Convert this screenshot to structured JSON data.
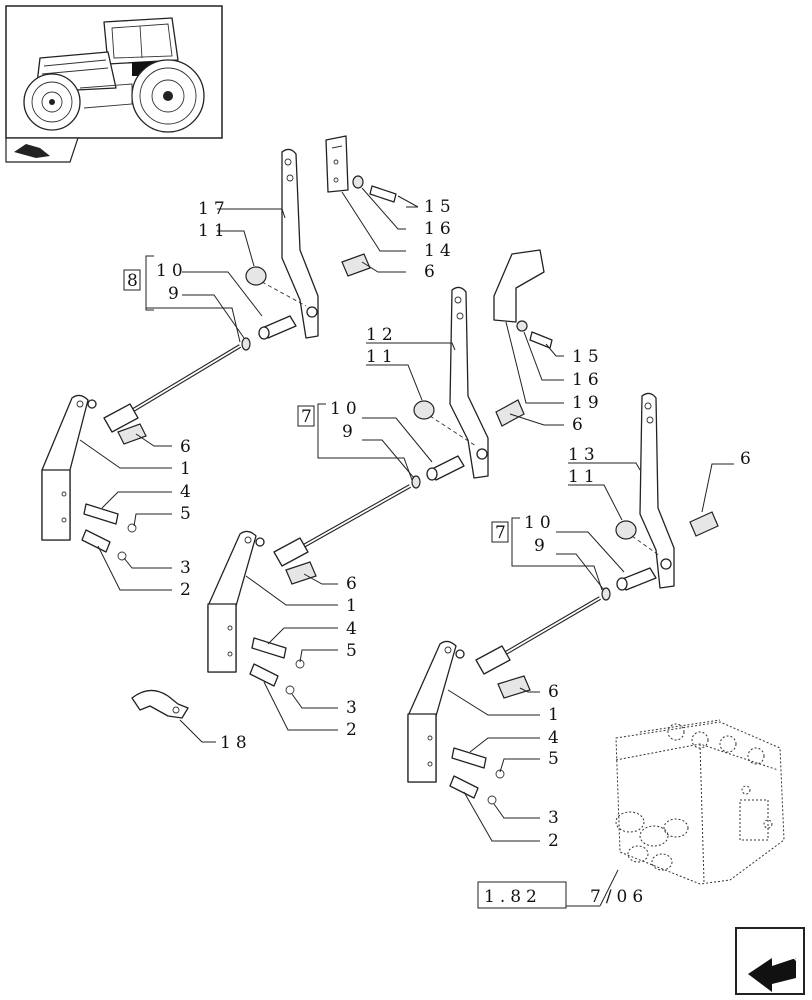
{
  "diagram": {
    "labels": {
      "l17": "17",
      "l11a": "11",
      "l8": "8",
      "l10a": "10",
      "l9a": "9",
      "l15a": "15",
      "l16a": "16",
      "l14": "14",
      "l6a": "6",
      "l6b": "6",
      "l1a": "1",
      "l4a": "4",
      "l5a": "5",
      "l3a": "3",
      "l2a": "2",
      "l12": "12",
      "l11b": "11",
      "l7a": "7",
      "l10b": "10",
      "l9b": "9",
      "l15b": "15",
      "l16b": "16",
      "l19": "19",
      "l6c": "6",
      "l6d": "6",
      "l1b": "1",
      "l4b": "4",
      "l5b": "5",
      "l3b": "3",
      "l2b": "2",
      "l18": "18",
      "l13": "13",
      "l11c": "11",
      "l6e": "6",
      "l7b": "7",
      "l10c": "10",
      "l9c": "9",
      "l6f": "6",
      "l1c": "1",
      "l4c": "4",
      "l5c": "5",
      "l3c": "3",
      "l2c": "2"
    },
    "reference": {
      "left": "1.82",
      "right": "7/06"
    }
  },
  "thumbnail": {
    "name": "tractor-thumbnail"
  },
  "nav": {
    "icon": "next-page-arrow"
  }
}
